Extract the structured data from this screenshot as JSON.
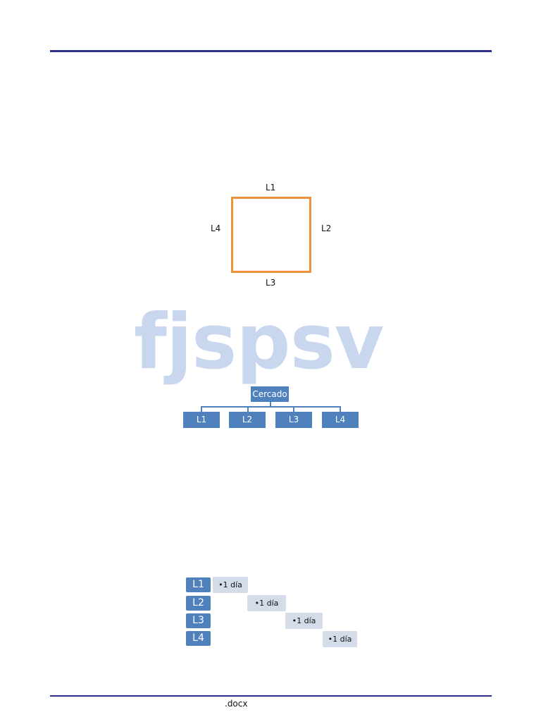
{
  "square_labels": {
    "top": "L1",
    "right": "L2",
    "bottom": "L3",
    "left": "L4"
  },
  "watermark": "fjspsv",
  "org_chart": {
    "root": "Cercado",
    "children": [
      "L1",
      "L2",
      "L3",
      "L4"
    ]
  },
  "schedule": [
    {
      "label": "L1",
      "duration": "•1 día"
    },
    {
      "label": "L2",
      "duration": "•1 día"
    },
    {
      "label": "L3",
      "duration": "•1 día"
    },
    {
      "label": "L4",
      "duration": "•1 día"
    }
  ],
  "footer": {
    "filename": ".docx"
  },
  "colors": {
    "rule": "#2b2f8f",
    "square_border": "#f0913c",
    "box": "#4f81bd",
    "duration_box": "#d4dbe9",
    "watermark": "#c9d7ee"
  }
}
